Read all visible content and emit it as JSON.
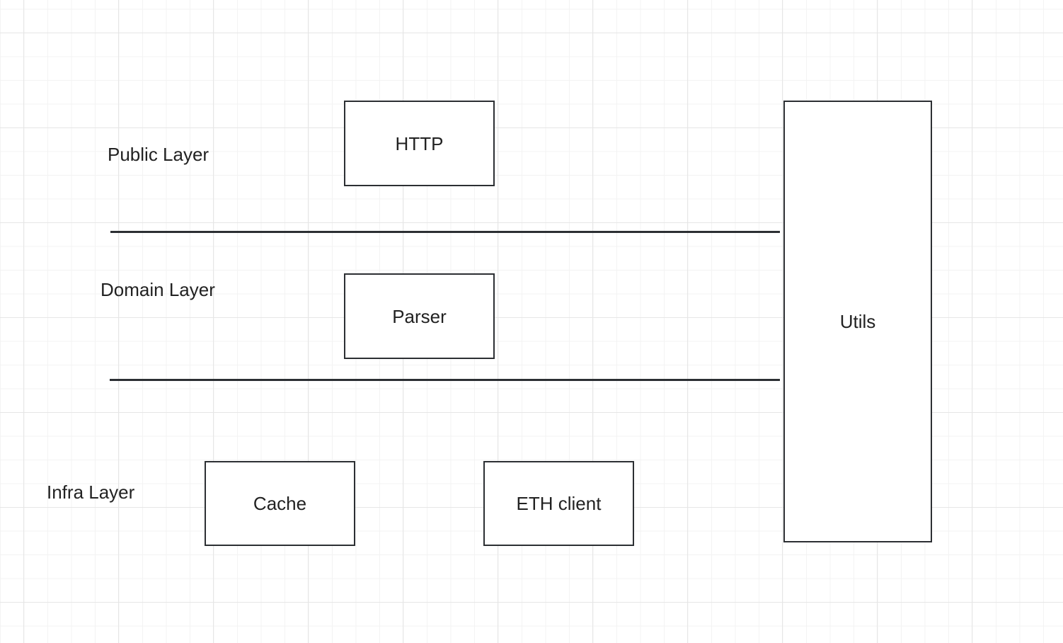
{
  "layers": {
    "public": "Public Layer",
    "domain": "Domain Layer",
    "infra": "Infra Layer"
  },
  "components": {
    "http": "HTTP",
    "parser": "Parser",
    "cache": "Cache",
    "eth_client": "ETH client",
    "utils": "Utils"
  },
  "colors": {
    "stroke": "#2c2f33",
    "grid_major": "#e6e6e6",
    "grid_minor": "#f3f3f3",
    "text": "#222222"
  }
}
